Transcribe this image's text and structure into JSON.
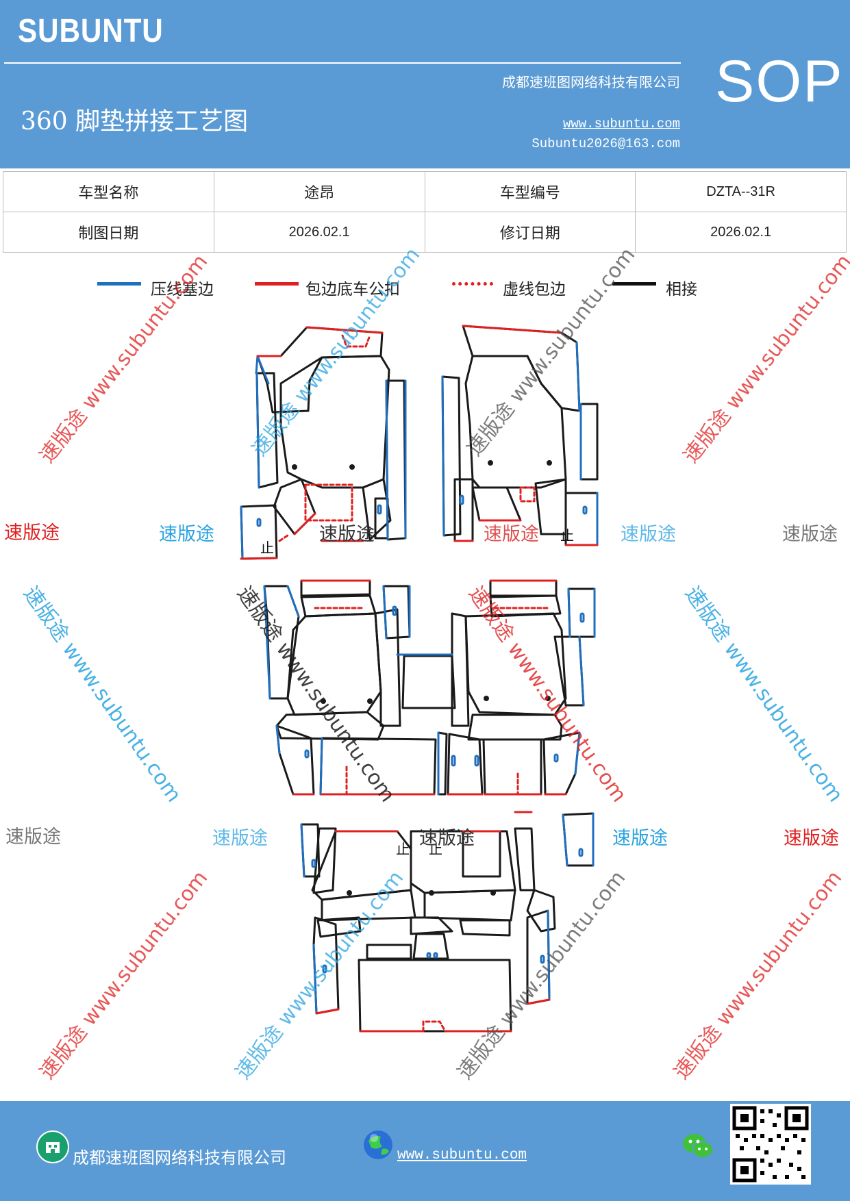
{
  "header": {
    "brand": "SUBUNTU",
    "company": "成都速班图网络科技有限公司",
    "title": "360 脚垫拼接工艺图",
    "website": "www.subuntu.com",
    "email": "Subuntu2026@163.com",
    "sop": "SOP"
  },
  "info_table": {
    "model_name_label": "车型名称",
    "model_name": "途昂",
    "model_no_label": "车型编号",
    "model_no": "DZTA--31R",
    "draw_date_label": "制图日期",
    "draw_date": "2026.02.1",
    "revise_date_label": "修订日期",
    "revise_date": "2026.02.1"
  },
  "legend": [
    {
      "label": "压线塞边",
      "color": "#1f6fbf",
      "style": "solid"
    },
    {
      "label": "包边底车公扣",
      "color": "#e02020",
      "style": "solid"
    },
    {
      "label": "虚线包边",
      "color": "#e02020",
      "style": "dashed"
    },
    {
      "label": "相接",
      "color": "#111111",
      "style": "solid"
    }
  ],
  "colors": {
    "blue": "#1f6fbf",
    "red": "#e02020",
    "black": "#1a1a1a",
    "header": "#5b9bd5"
  },
  "watermarks": {
    "brand": "速版途",
    "url": "www.subuntu.com",
    "full": "速版途 www.subuntu.com"
  },
  "piece_marks": {
    "up": "止"
  },
  "footer": {
    "company": "成都速班图网络科技有限公司",
    "website": "www.subuntu.com"
  }
}
